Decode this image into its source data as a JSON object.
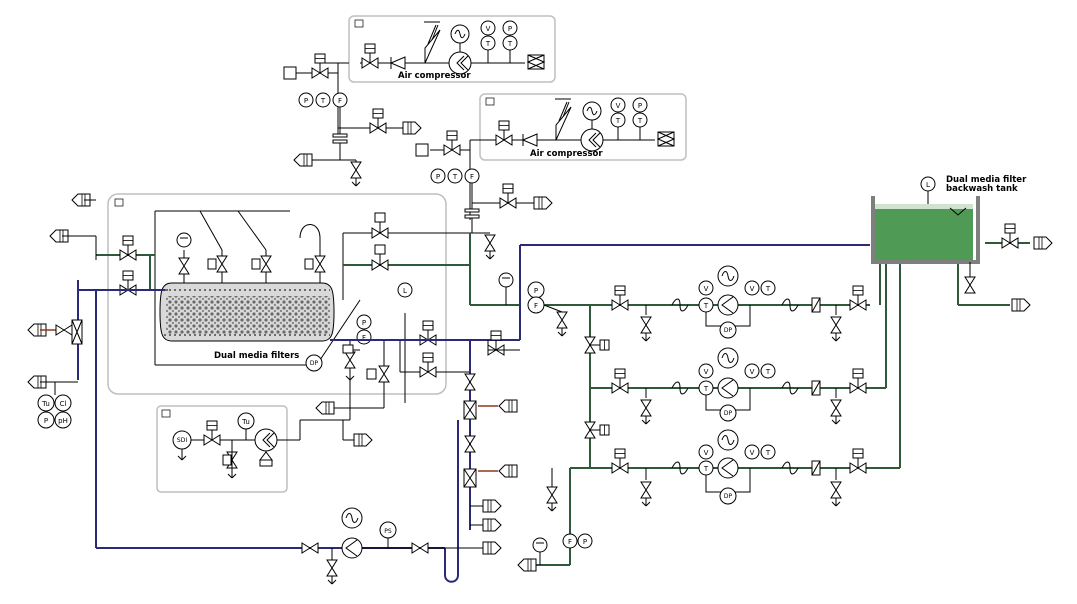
{
  "labels": {
    "air_compressor_1": "Air compressor",
    "air_compressor_2": "Air compressor",
    "dual_media_filters": "Dual media filters",
    "backwash_tank_line1": "Dual media filter",
    "backwash_tank_line2": "backwash tank"
  },
  "instrument_tags": {
    "pressure": "P",
    "temperature": "T",
    "flow": "F",
    "level": "L",
    "voltage": "V",
    "differential_pressure": "DP",
    "pressure_switch": "PS",
    "turbidity": "Tu",
    "chlorine": "Cl",
    "ph": "pH",
    "silt_density_index": "SDI"
  },
  "colors": {
    "line": "#000000",
    "feed_pipe": "#2b2a78",
    "filtrate_pipe": "#2f5a3a",
    "tank_water": "#4f9a55",
    "frame": "#bfbfbf",
    "brown": "#8a3a1e"
  },
  "icons": [
    "valve-icon",
    "check-valve-icon",
    "pump-icon",
    "motor-icon",
    "instrument-bubble-icon",
    "drain-icon",
    "inlet-connector-icon",
    "silencer-icon"
  ]
}
